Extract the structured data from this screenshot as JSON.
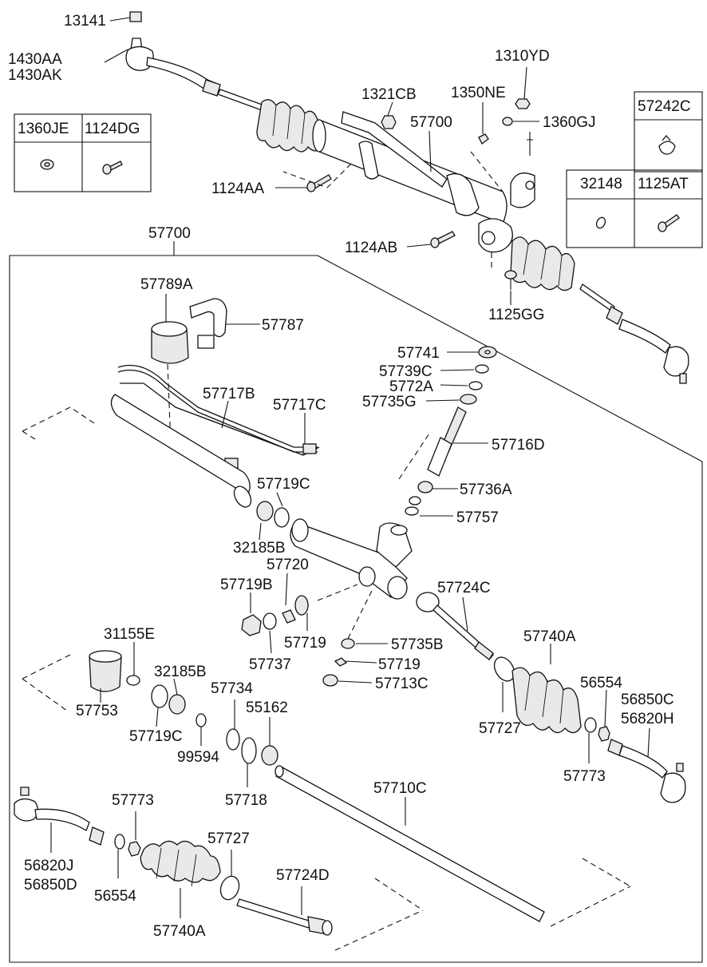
{
  "labels": {
    "p13141": "13141",
    "p1430AA": "1430AA",
    "p1430AK": "1430AK",
    "p1321CB": "1321CB",
    "p1310YD": "1310YD",
    "p1350NE": "1350NE",
    "p1360GJ": "1360GJ",
    "p57700_top": "57700",
    "p1124AA": "1124AA",
    "p1124AB": "1124AB",
    "p1125GG": "1125GG",
    "p57700_main": "57700",
    "p57789A": "57789A",
    "p57787": "57787",
    "p57717B": "57717B",
    "p57717C": "57717C",
    "p57741": "57741",
    "p57739C": "57739C",
    "p5772A": "5772A",
    "p57735G": "57735G",
    "p57716D": "57716D",
    "p57719C_a": "57719C",
    "p57736A": "57736A",
    "p57757": "57757",
    "p32185B_a": "32185B",
    "p57720": "57720",
    "p57719B": "57719B",
    "p57724C": "57724C",
    "p57740A_a": "57740A",
    "p57719_a": "57719",
    "p57737": "57737",
    "p57735B": "57735B",
    "p57719_b": "57719",
    "p57713C": "57713C",
    "p31155E": "31155E",
    "p32185B_b": "32185B",
    "p57734": "57734",
    "p55162": "55162",
    "p56554_a": "56554",
    "p56850C": "56850C",
    "p56820H": "56820H",
    "p57753": "57753",
    "p57719C_b": "57719C",
    "p99594": "99594",
    "p57727_a": "57727",
    "p57773_a": "57773",
    "p57718": "57718",
    "p57710C": "57710C",
    "p57773_b": "57773",
    "p57727_b": "57727",
    "p57724D": "57724D",
    "p56820J": "56820J",
    "p56850D": "56850D",
    "p56554_b": "56554",
    "p57740A_b": "57740A"
  },
  "legend_left": {
    "col1": "1360JE",
    "col2": "1124DG"
  },
  "legend_right_top": {
    "col1": "57242C"
  },
  "legend_right_bottom": {
    "col1": "32148",
    "col2": "1125AT"
  }
}
